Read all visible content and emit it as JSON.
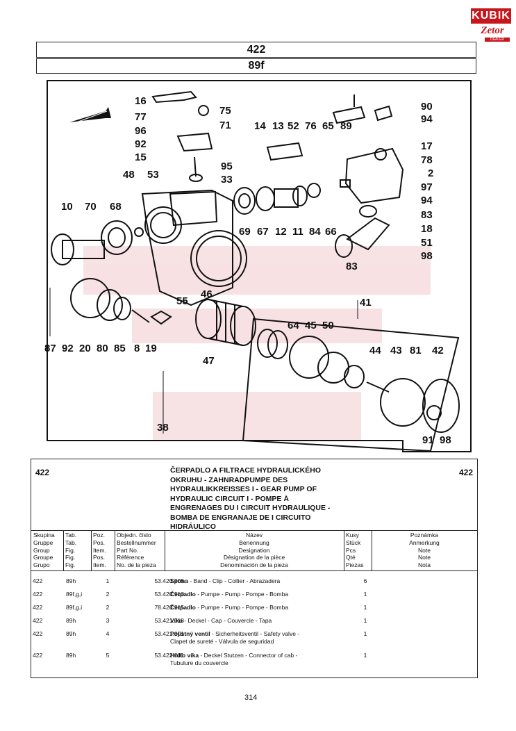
{
  "logo": {
    "brand": "KUBIK",
    "sub": "Zetor",
    "tag": "DEALER"
  },
  "header": {
    "group": "422",
    "figure": "89f"
  },
  "diagram": {
    "callouts": [
      "16",
      "75",
      "77",
      "71",
      "96",
      "92",
      "15",
      "14",
      "13",
      "52",
      "76",
      "65",
      "89",
      "90",
      "94",
      "17",
      "78",
      "2",
      "97",
      "94",
      "83",
      "18",
      "51",
      "98",
      "95",
      "33",
      "53",
      "48",
      "10",
      "70",
      "68",
      "69",
      "67",
      "12",
      "11",
      "84",
      "66",
      "83",
      "41",
      "55",
      "46",
      "64",
      "45",
      "50",
      "44",
      "43",
      "81",
      "42",
      "87",
      "92",
      "20",
      "80",
      "85",
      "8",
      "19",
      "47",
      "38",
      "91",
      "98"
    ]
  },
  "table": {
    "group": "422",
    "group_right": "422",
    "title": "ČERPADLO A FILTRACE HYDRAULICKÉHO\nOKRUHU - ZAHNRADPUMPE DES\nHYDRAULIKKREISSES I - GEAR PUMP OF\nHYDRAULIC CIRCUIT I - POMPE À\nENGRENAGES DU I CIRCUIT HYDRAULIQUE -\nBOMBA DE ENGRANAJE DE I CIRCUITO\nHIDRÁULICO",
    "col_group": "Skupina\nGruppe\nGroup\nGroupe\nGrupo",
    "col_tab": "Tab.\nTab.\nFig.\nFig.\nFig.",
    "col_pos": "Poz.\nPos.\nItem.\nPos.\nItem.",
    "col_partno": "Objedn. číslo\nBestellnummer\nPart No.\nRéférence\nNo. de la pieza",
    "col_name": "Název\nBenennung\nDesignation\nDésignation de la pièce\nDenominación de la pieza",
    "col_qty": "Kusy\nStück\nPcs\nQté\nPiezas",
    "col_note": "Poznámka\nAnmerkung\nNote\nNote\nNota",
    "rows": [
      {
        "grp": "422",
        "tab": "89h",
        "pos": "1",
        "partno": "53.420.905",
        "name": "Spona",
        "desc": " - Band - Clip - Collier - Abrazadera",
        "desc2": "",
        "qty": "6"
      },
      {
        "grp": "422",
        "tab": "89f,g,i",
        "pos": "2",
        "partno": "53.420.910",
        "name": "Čerpadlo",
        "desc": " - Pumpe - Pump - Pompe - Bomba",
        "desc2": "",
        "qty": "1"
      },
      {
        "grp": "422",
        "tab": "89f,g,i",
        "pos": "2",
        "partno": "78.420.915",
        "name": "Čerpadlo",
        "desc": " - Pumpe - Pump - Pompe - Bomba",
        "desc2": "",
        "qty": "1"
      },
      {
        "grp": "422",
        "tab": "89h",
        "pos": "3",
        "partno": "53.421.018",
        "name": "Víko",
        "desc": " - Deckel - Cap - Couvercle - Tapa",
        "desc2": "",
        "qty": "1"
      },
      {
        "grp": "422",
        "tab": "89h",
        "pos": "4",
        "partno": "53.421.901",
        "name": "Pojistný ventil",
        "desc": " - Sicherheitsventil - Safety valve -",
        "desc2": "Clapet de sureté - Válvula de seguridad",
        "qty": "1"
      },
      {
        "grp": "422",
        "tab": "89h",
        "pos": "5",
        "partno": "53.422.001",
        "name": "Hrdlo víka",
        "desc": " - Deckel Stutzen - Connector of cab -",
        "desc2": "Tubulure du couvercle",
        "qty": "1"
      }
    ]
  },
  "page_number": "314"
}
